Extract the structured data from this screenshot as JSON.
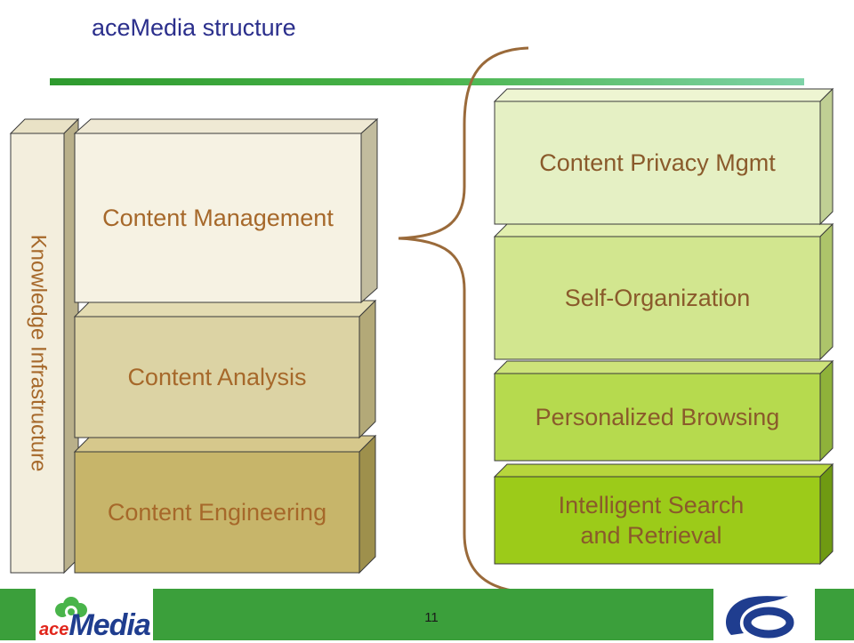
{
  "slide": {
    "title": "aceMedia structure",
    "page_number": "11"
  },
  "left_stack": {
    "side_label": "Knowledge Infrastructure",
    "blocks": [
      {
        "label": "Content Management"
      },
      {
        "label": "Content Analysis"
      },
      {
        "label": "Content Engineering"
      }
    ]
  },
  "right_stack": {
    "blocks": [
      {
        "label": "Content Privacy Mgmt"
      },
      {
        "label": "Self-Organization"
      },
      {
        "label": "Personalized Browsing"
      },
      {
        "label_line1": "Intelligent Search",
        "label_line2": "and Retrieval"
      }
    ]
  },
  "logos": {
    "ace_prefix": "ace",
    "ace_suffix": "Media"
  },
  "colors": {
    "title": "#2b2f8c",
    "footer_green": "#3b9f3b",
    "label_brown": "#a6682a",
    "brace": "#9a6a3a"
  }
}
